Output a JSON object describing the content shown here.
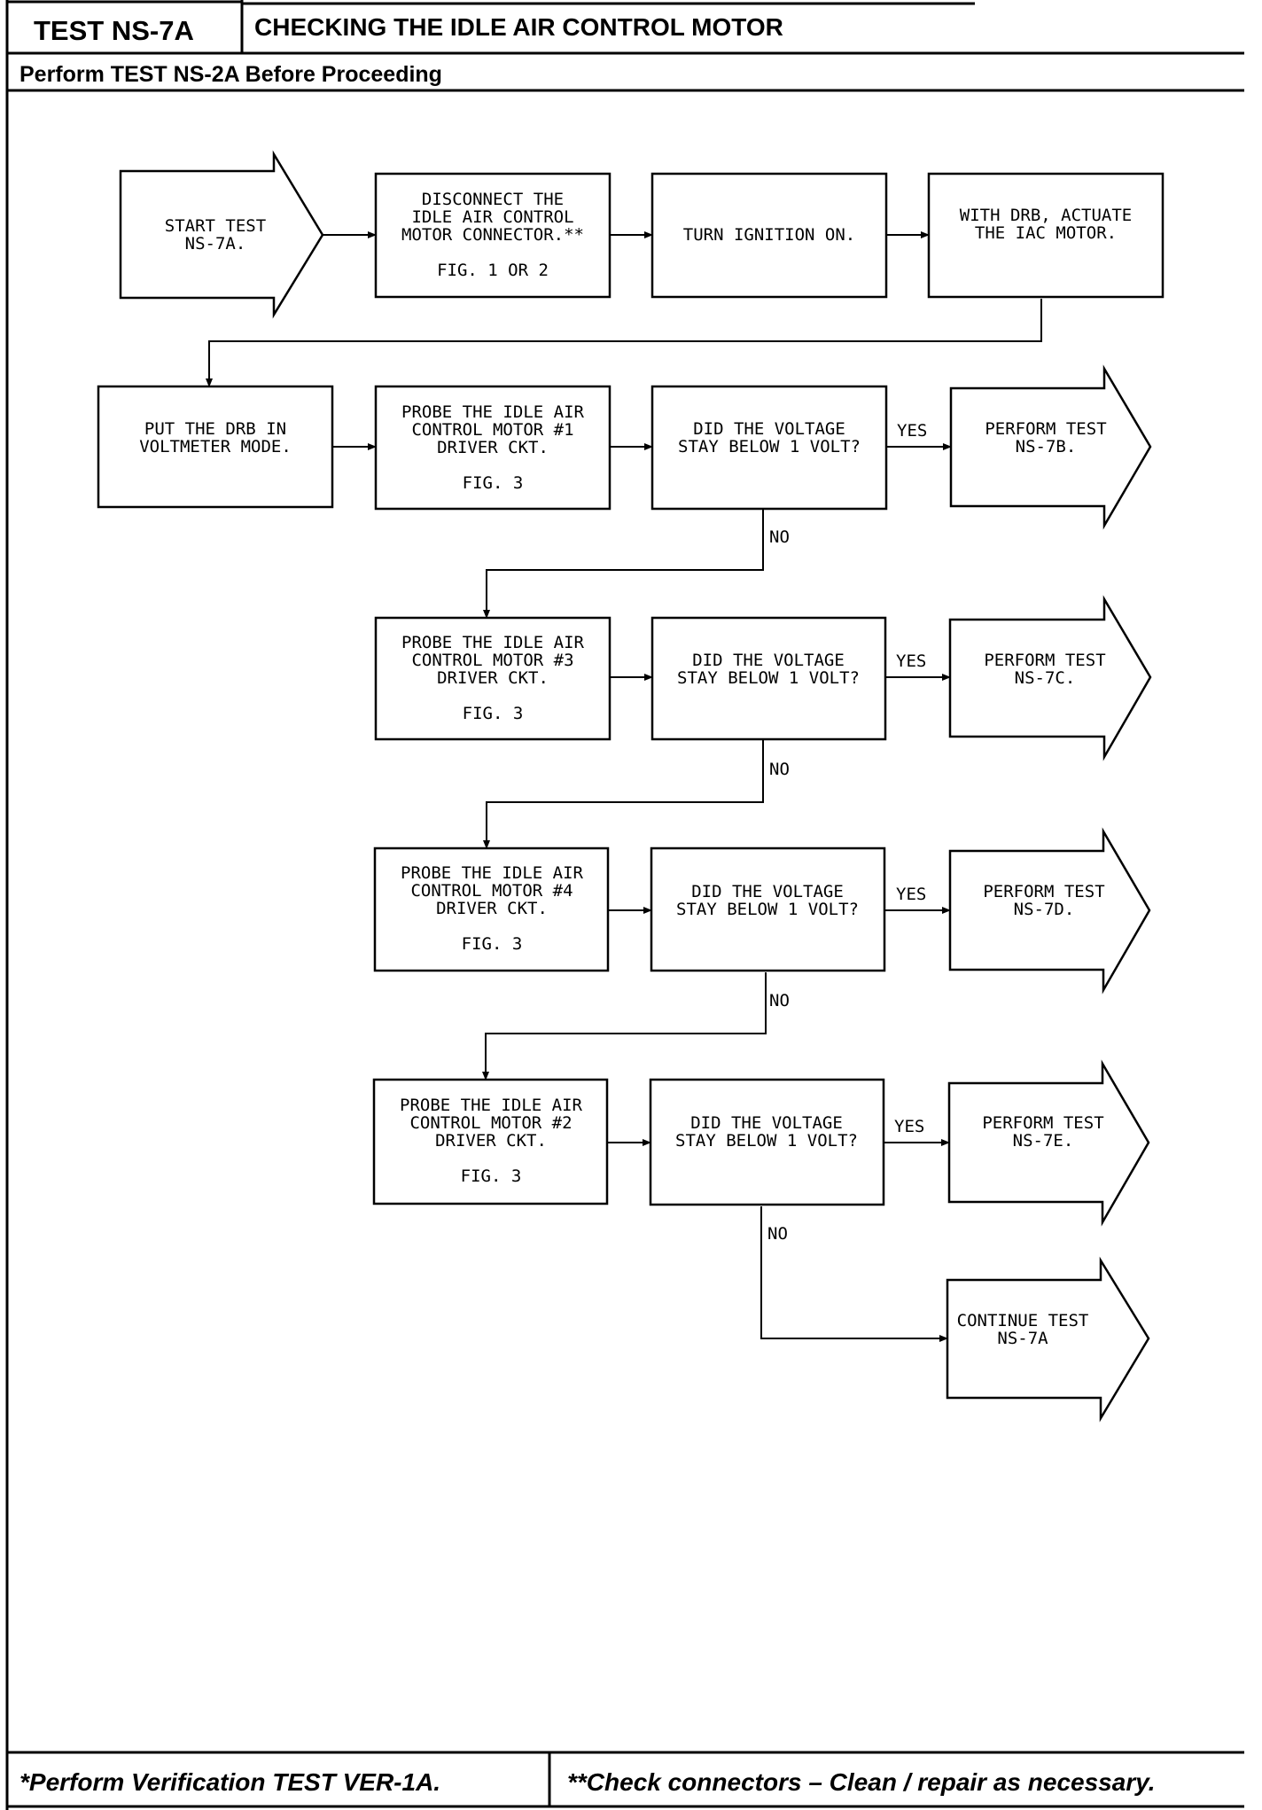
{
  "header": {
    "test_id": "TEST NS-7A",
    "title": "CHECKING THE IDLE AIR CONTROL MOTOR",
    "prerequisite": "Perform TEST NS-2A Before Proceeding"
  },
  "footer": {
    "left_note": "*Perform Verification TEST VER-1A.",
    "right_note": "**Check connectors – Clean / repair as necessary."
  },
  "nodes": {
    "start": [
      "START TEST",
      "NS-7A."
    ],
    "disconnect": [
      "DISCONNECT THE",
      "IDLE AIR CONTROL",
      "MOTOR CONNECTOR.**",
      "",
      "FIG. 1 OR 2"
    ],
    "ignition": [
      "TURN IGNITION ON."
    ],
    "actuate": [
      "WITH DRB, ACTUATE",
      "THE IAC MOTOR."
    ],
    "voltmeter": [
      "PUT THE DRB IN",
      "VOLTMETER MODE."
    ],
    "probe1": [
      "PROBE THE IDLE AIR",
      "CONTROL MOTOR #1",
      "DRIVER CKT.",
      "",
      "FIG. 3"
    ],
    "volt1": [
      "DID THE VOLTAGE",
      "STAY BELOW 1 VOLT?"
    ],
    "ns7b": [
      "PERFORM TEST",
      "NS-7B."
    ],
    "probe3": [
      "PROBE THE IDLE AIR",
      "CONTROL MOTOR #3",
      "DRIVER CKT.",
      "",
      "FIG. 3"
    ],
    "volt3": [
      "DID THE VOLTAGE",
      "STAY BELOW 1 VOLT?"
    ],
    "ns7c": [
      "PERFORM TEST",
      "NS-7C."
    ],
    "probe4": [
      "PROBE THE IDLE AIR",
      "CONTROL MOTOR #4",
      "DRIVER CKT.",
      "",
      "FIG. 3"
    ],
    "volt4": [
      "DID THE VOLTAGE",
      "STAY BELOW 1 VOLT?"
    ],
    "ns7d": [
      "PERFORM TEST",
      "NS-7D."
    ],
    "probe2": [
      "PROBE THE IDLE AIR",
      "CONTROL MOTOR #2",
      "DRIVER CKT.",
      "",
      "FIG. 3"
    ],
    "volt2": [
      "DID THE VOLTAGE",
      "STAY BELOW 1 VOLT?"
    ],
    "ns7e": [
      "PERFORM TEST",
      "NS-7E."
    ],
    "continue": [
      "CONTINUE TEST",
      "NS-7A"
    ]
  },
  "edge_labels": {
    "yes": "YES",
    "no": "NO"
  }
}
